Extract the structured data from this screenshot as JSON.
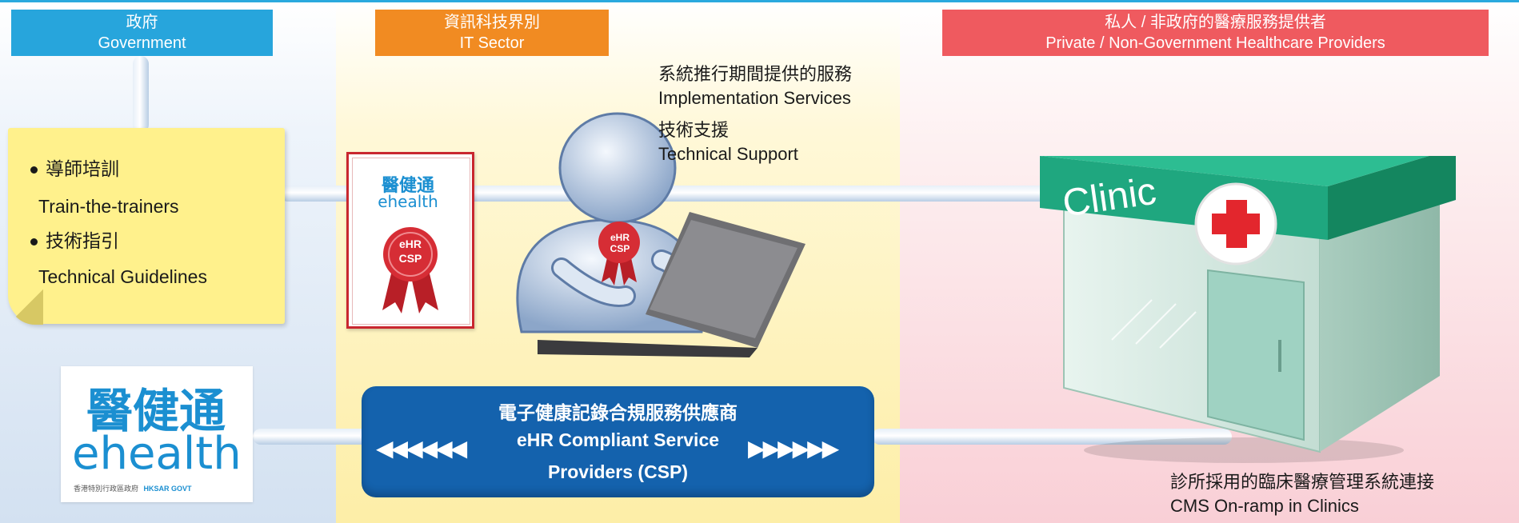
{
  "headers": {
    "government": {
      "zh": "政府",
      "en": "Government"
    },
    "it_sector": {
      "zh": "資訊科技界別",
      "en": "IT Sector"
    },
    "private": {
      "zh": "私人 / 非政府的醫療服務提供者",
      "en": "Private / Non-Government Healthcare Providers"
    }
  },
  "government_note": {
    "items": [
      {
        "zh": "導師培訓",
        "en": "Train-the-trainers"
      },
      {
        "zh": "技術指引",
        "en": "Technical Guidelines"
      }
    ]
  },
  "it_services": {
    "impl_zh": "系統推行期間提供的服務",
    "impl_en": "Implementation Services",
    "support_zh": "技術支援",
    "support_en": "Technical Support"
  },
  "certificate": {
    "logo_cn": "醫健通",
    "logo_en": "ehealth",
    "ribbon_line1": "eHR",
    "ribbon_line2": "CSP"
  },
  "person_badge": {
    "line1": "eHR",
    "line2": "CSP"
  },
  "ehealth_logo": {
    "cn": "醫健通",
    "en": "ehealth",
    "footer_zh": "香港特別行政區政府",
    "footer_en": "HKSAR GOVT"
  },
  "csp": {
    "zh": "電子健康記錄合規服務供應商",
    "en_line1": "eHR Compliant Service",
    "en_line2": "Providers (CSP)",
    "left_arrows": "◀◀◀◀◀◀",
    "right_arrows": "▶▶▶▶▶▶"
  },
  "clinic": {
    "sign": "Clinic",
    "caption_zh": "診所採用的臨床醫療管理系統連接",
    "caption_en": "CMS On-ramp in Clinics"
  },
  "colors": {
    "government": "#27a5dc",
    "it_sector": "#f18b22",
    "private": "#ef5a5f",
    "csp_button": "#1462ad",
    "clinic_green": "#1fa77f",
    "cross_red": "#e3262d"
  }
}
